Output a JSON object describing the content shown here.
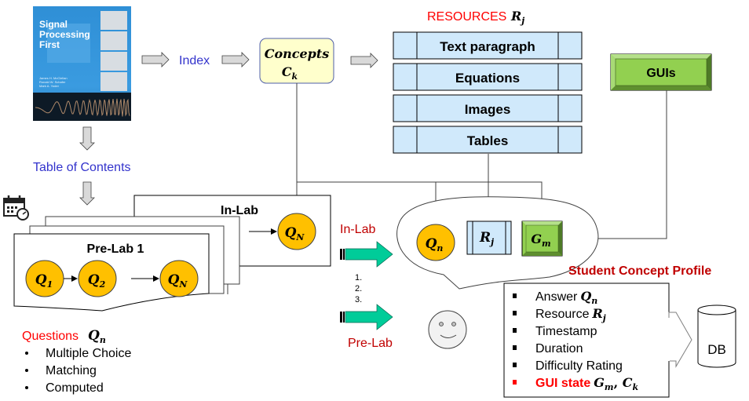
{
  "book": {
    "title_lines": [
      "Signal",
      "Processing",
      "First"
    ],
    "authors": [
      "James H. McClellan",
      "Ronald W. Schafer",
      "Mark A. Yoder"
    ]
  },
  "labels": {
    "index": "Index",
    "table_of_contents": "Table of Contents",
    "concepts": "Concepts",
    "concepts_symbol": "C",
    "concepts_sub": "k",
    "resources_title": "RESOURCES",
    "resources_symbol": "R",
    "resources_sub": "j",
    "guis": "GUIs",
    "in_lab_card": "In-Lab",
    "pre_lab_card": "Pre-Lab 1",
    "in_lab_arrow": "In-Lab",
    "pre_lab_arrow": "Pre-Lab",
    "db": "DB"
  },
  "resources": [
    "Text paragraph",
    "Equations",
    "Images",
    "Tables"
  ],
  "question_nodes": {
    "q1": {
      "sym": "Q",
      "sub": "1"
    },
    "q2": {
      "sym": "Q",
      "sub": "2"
    },
    "qn_pre": {
      "sym": "Q",
      "sub": "N"
    },
    "qn_in": {
      "sym": "Q",
      "sub": "N"
    }
  },
  "bubble": {
    "q": {
      "sym": "Q",
      "sub": "n"
    },
    "r": {
      "sym": "R",
      "sub": "j"
    },
    "g": {
      "sym": "G",
      "sub": "m"
    }
  },
  "numbered_steps": [
    "1.",
    "2.",
    "3."
  ],
  "questions": {
    "title": "Questions",
    "symbol": "Q",
    "sub": "n",
    "types": [
      "Multiple Choice",
      "Matching",
      "Computed"
    ]
  },
  "profile": {
    "title": "Student Concept Profile",
    "items": [
      {
        "text": "Answer",
        "sym": "Q",
        "sub": "n",
        "highlight": false
      },
      {
        "text": "Resource",
        "sym": "R",
        "sub": "j",
        "highlight": false
      },
      {
        "text": "Timestamp",
        "sym": "",
        "sub": "",
        "highlight": false
      },
      {
        "text": "Duration",
        "sym": "",
        "sub": "",
        "highlight": false
      },
      {
        "text": "Difficulty Rating",
        "sym": "",
        "sub": "",
        "highlight": false
      },
      {
        "text": "GUI state",
        "sym": "G",
        "sub": "m",
        "sym2": "C",
        "sub2": "k",
        "highlight": true
      }
    ]
  },
  "colors": {
    "red": "#ff0000",
    "dark_red": "#c00000",
    "blue_text": "#3333cc",
    "node_yellow": "#ffc000",
    "resource_blue": "#d0e9fb",
    "gui_green": "#92d050",
    "concept_yellow": "#ffffcc",
    "teal_arrow": "#00cc99",
    "gray_arrow": "#d9d9d9"
  }
}
